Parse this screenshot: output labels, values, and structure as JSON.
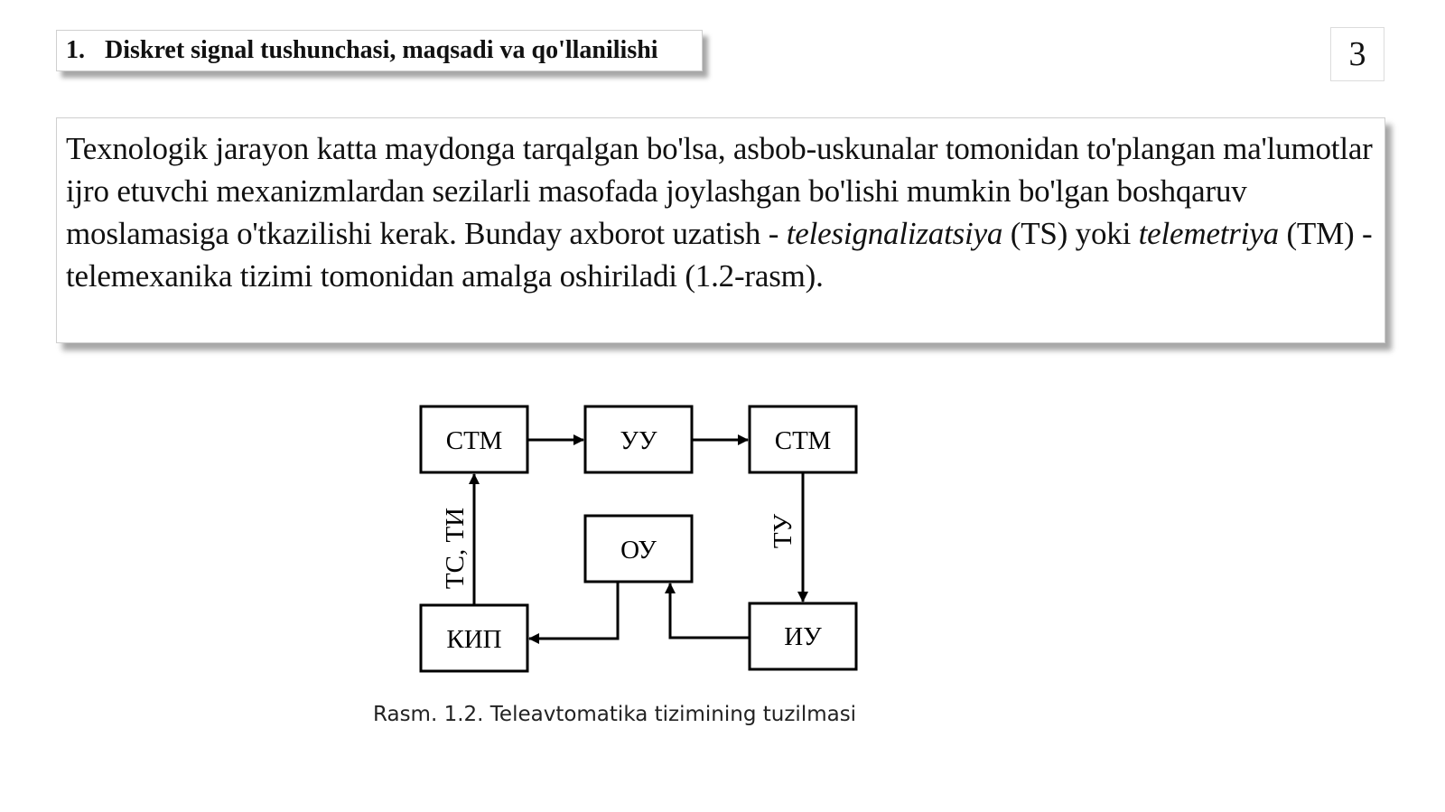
{
  "slide": {
    "title_number": "1.",
    "title_text": "Diskret signal tushunchasi, maqsadi va qo'llanilishi",
    "page_number": "3"
  },
  "body": {
    "part1": "Texnologik jarayon katta maydonga tarqalgan bo'lsa, asbob-uskunalar tomonidan to'plangan ma'lumotlar ijro etuvchi mexanizmlardan sezilarli masofada joylashgan bo'lishi mumkin bo'lgan boshqaruv moslamasiga o'tkazilishi kerak. Bunday axborot uzatish - ",
    "term1": "telesignalizatsiya",
    "part2": " (TS) yoki ",
    "term2": "telemetriya",
    "part3": " (TM) - telemexanika tizimi tomonidan amalga oshiriladi (1.2-rasm)."
  },
  "diagram": {
    "blocks": {
      "stm_left": "СТМ",
      "uu": "УУ",
      "stm_right": "СТМ",
      "ou": "ОУ",
      "kip": "КИП",
      "iu": "ИУ"
    },
    "labels": {
      "ts_ti": "ТС, ТИ",
      "tu": "ТУ"
    },
    "caption": "Rasm. 1.2. Teleavtomatika tizimining tuzilmasi"
  }
}
